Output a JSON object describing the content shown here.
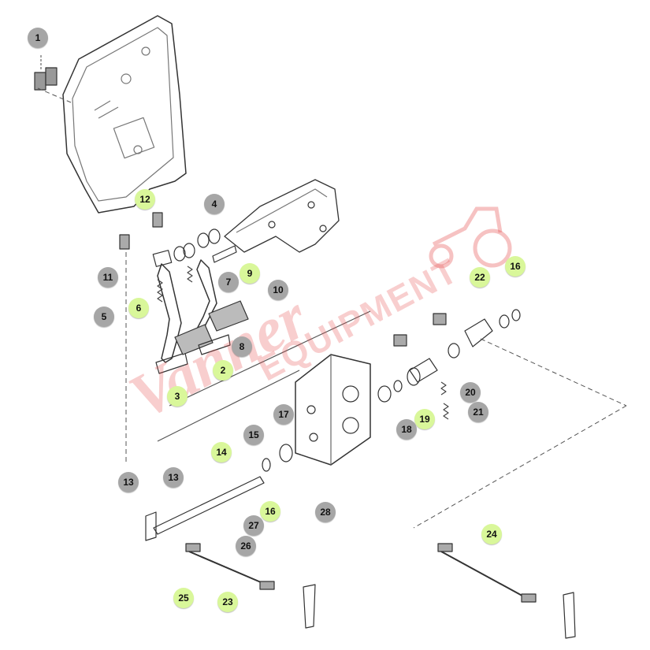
{
  "watermark": {
    "brand_script": "Vanner",
    "brand_block": "EQUIPMENT",
    "icon": "tractor-icon",
    "color": "#e85a5a"
  },
  "callout_colors": {
    "gray": "#a6a6a6",
    "green": "#d9f79a"
  },
  "callouts": [
    {
      "label": "1",
      "style": "gray"
    },
    {
      "label": "12",
      "style": "green"
    },
    {
      "label": "4",
      "style": "gray"
    },
    {
      "label": "11",
      "style": "gray"
    },
    {
      "label": "5",
      "style": "gray"
    },
    {
      "label": "6",
      "style": "green"
    },
    {
      "label": "7",
      "style": "gray"
    },
    {
      "label": "9",
      "style": "green"
    },
    {
      "label": "10",
      "style": "gray"
    },
    {
      "label": "8",
      "style": "gray"
    },
    {
      "label": "2",
      "style": "green"
    },
    {
      "label": "3",
      "style": "green"
    },
    {
      "label": "22",
      "style": "green"
    },
    {
      "label": "16",
      "style": "green"
    },
    {
      "label": "20",
      "style": "gray"
    },
    {
      "label": "21",
      "style": "gray"
    },
    {
      "label": "19",
      "style": "green"
    },
    {
      "label": "18",
      "style": "gray"
    },
    {
      "label": "17",
      "style": "gray"
    },
    {
      "label": "15",
      "style": "gray"
    },
    {
      "label": "14",
      "style": "green"
    },
    {
      "label": "16",
      "style": "green"
    },
    {
      "label": "13",
      "style": "gray"
    },
    {
      "label": "13",
      "style": "gray"
    },
    {
      "label": "28",
      "style": "gray"
    },
    {
      "label": "27",
      "style": "gray"
    },
    {
      "label": "26",
      "style": "gray"
    },
    {
      "label": "25",
      "style": "green"
    },
    {
      "label": "23",
      "style": "green"
    },
    {
      "label": "24",
      "style": "green"
    }
  ]
}
